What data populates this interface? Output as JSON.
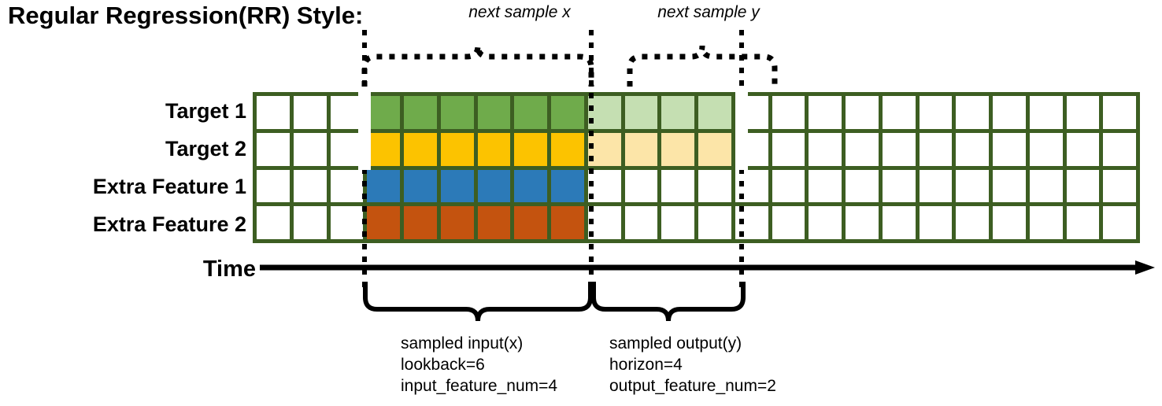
{
  "title": "Regular Regression(RR) Style:",
  "colors": {
    "border": "#3d5e22",
    "target1": "#6fab4b",
    "target2": "#fcc300",
    "extra1": "#2c7ab8",
    "extra2": "#c4530f",
    "target1_faded": "#c5dfb2",
    "target2_faded": "#fce5a8",
    "empty": "#ffffff",
    "ink": "#000000"
  },
  "rows": [
    {
      "label": "Target 1"
    },
    {
      "label": "Target 2"
    },
    {
      "label": "Extra Feature 1"
    },
    {
      "label": "Extra Feature 2"
    }
  ],
  "grid": {
    "columns": 24,
    "rows": 4,
    "input_start_col": 3,
    "input_end_col": 8,
    "output_start_col": 9,
    "output_end_col": 12,
    "cells": [
      [
        "empty",
        "empty",
        "empty",
        "green",
        "green",
        "green",
        "green",
        "green",
        "green",
        "lightgreen",
        "lightgreen",
        "lightgreen",
        "lightgreen",
        "empty",
        "empty",
        "empty",
        "empty",
        "empty",
        "empty",
        "empty",
        "empty",
        "empty",
        "empty",
        "empty"
      ],
      [
        "empty",
        "empty",
        "empty",
        "yellow",
        "yellow",
        "yellow",
        "yellow",
        "yellow",
        "yellow",
        "lightyellow",
        "lightyellow",
        "lightyellow",
        "lightyellow",
        "empty",
        "empty",
        "empty",
        "empty",
        "empty",
        "empty",
        "empty",
        "empty",
        "empty",
        "empty",
        "empty"
      ],
      [
        "empty",
        "empty",
        "empty",
        "blue",
        "blue",
        "blue",
        "blue",
        "blue",
        "blue",
        "empty",
        "empty",
        "empty",
        "empty",
        "empty",
        "empty",
        "empty",
        "empty",
        "empty",
        "empty",
        "empty",
        "empty",
        "empty",
        "empty",
        "empty"
      ],
      [
        "empty",
        "empty",
        "empty",
        "orange",
        "orange",
        "orange",
        "orange",
        "orange",
        "orange",
        "empty",
        "empty",
        "empty",
        "empty",
        "empty",
        "empty",
        "empty",
        "empty",
        "empty",
        "empty",
        "empty",
        "empty",
        "empty",
        "empty",
        "empty"
      ]
    ]
  },
  "time_axis": {
    "label": "Time"
  },
  "top_annotations": [
    {
      "text": "next sample x"
    },
    {
      "text": "next sample y"
    }
  ],
  "bottom_annotations": [
    {
      "line1": "sampled input(x)",
      "line2": "lookback=6",
      "line3": "input_feature_num=4"
    },
    {
      "line1": "sampled output(y)",
      "line2": "horizon=4",
      "line3": "output_feature_num=2"
    }
  ]
}
